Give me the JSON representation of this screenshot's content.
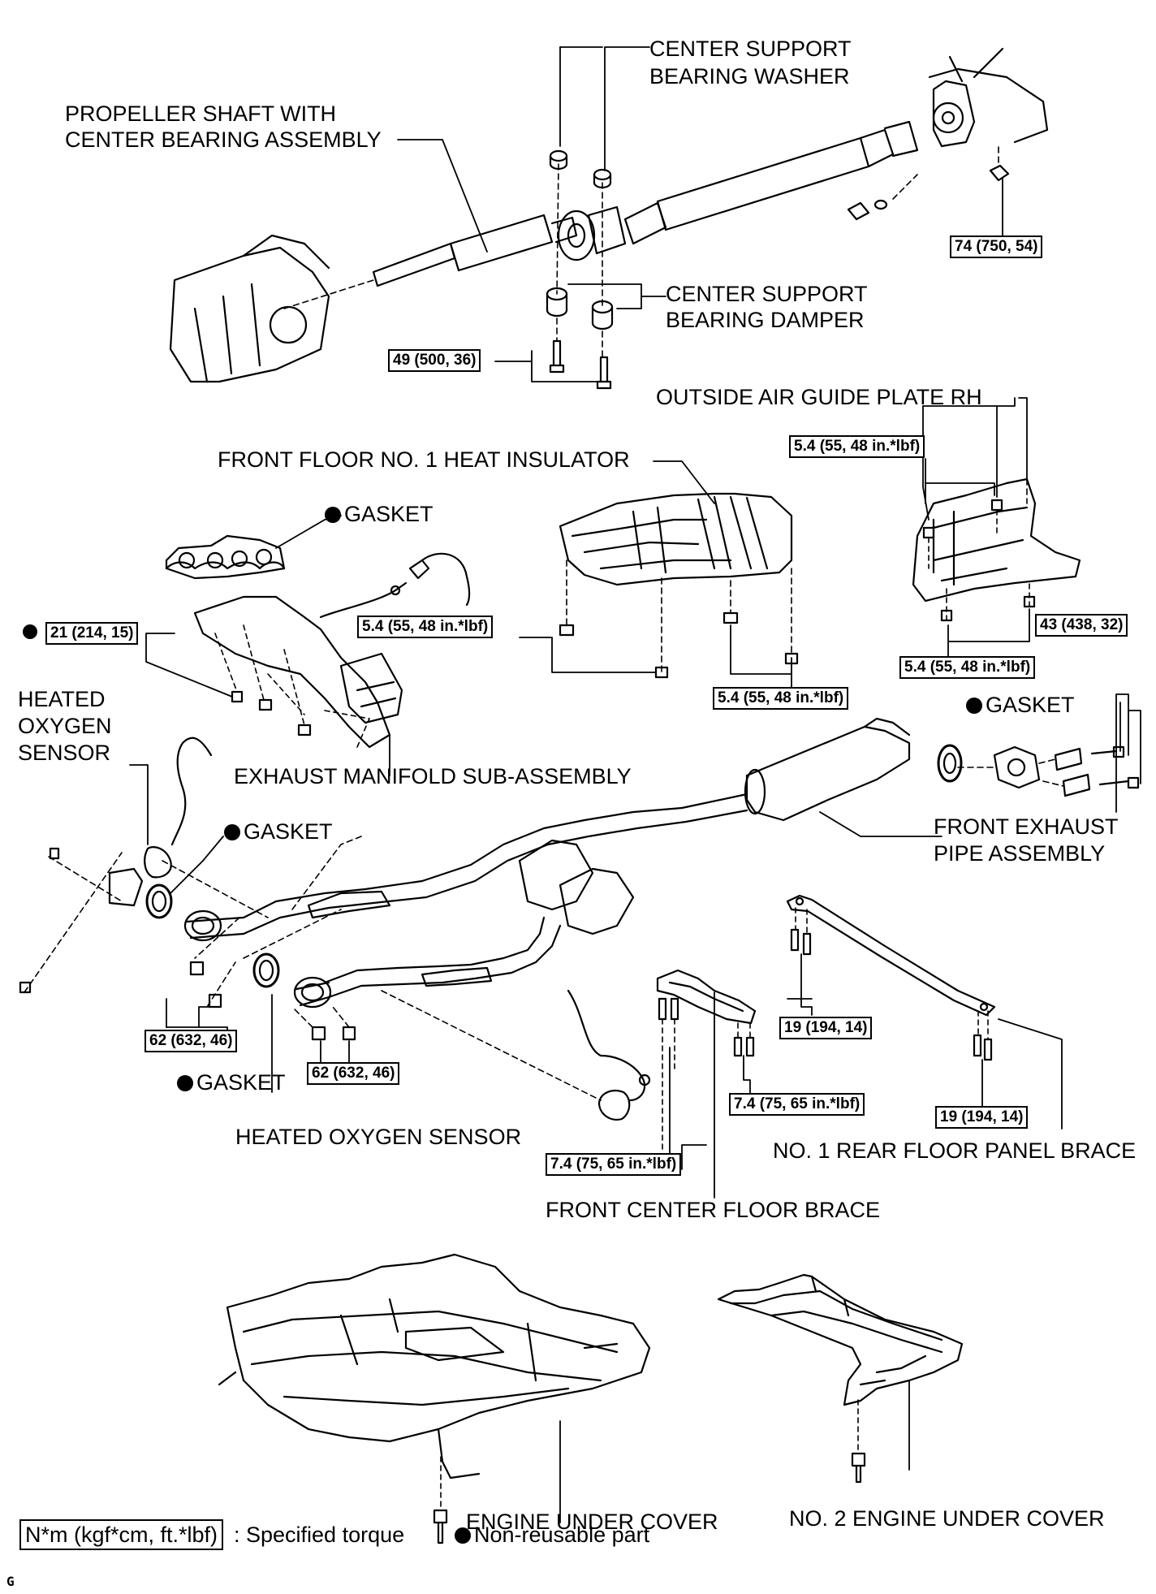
{
  "labels": {
    "center_support_bearing_washer_1": "CENTER SUPPORT",
    "center_support_bearing_washer_2": "BEARING WASHER",
    "propeller_shaft_1": "PROPELLER SHAFT WITH",
    "propeller_shaft_2": "CENTER BEARING ASSEMBLY",
    "center_support_bearing_damper_1": "CENTER SUPPORT",
    "center_support_bearing_damper_2": "BEARING DAMPER",
    "outside_air_guide_plate": "OUTSIDE AIR GUIDE PLATE RH",
    "front_floor_heat_insulator": "FRONT FLOOR NO. 1 HEAT INSULATOR",
    "gasket_manifold": "GASKET",
    "heated_oxygen_sensor_1": "HEATED",
    "heated_oxygen_sensor_2": "OXYGEN",
    "heated_oxygen_sensor_3": "SENSOR",
    "exhaust_manifold": "EXHAUST MANIFOLD SUB-ASSEMBLY",
    "gasket_right": "GASKET",
    "gasket_left": "GASKET",
    "front_exhaust_pipe_1": "FRONT EXHAUST",
    "front_exhaust_pipe_2": "PIPE ASSEMBLY",
    "gasket_bottom": "GASKET",
    "heated_oxygen_sensor_lower": "HEATED OXYGEN SENSOR",
    "no1_rear_floor_panel_brace": "NO. 1 REAR FLOOR PANEL BRACE",
    "front_center_floor_brace": "FRONT CENTER FLOOR BRACE",
    "engine_under_cover": "ENGINE UNDER COVER",
    "no2_engine_under_cover": "NO. 2 ENGINE UNDER COVER"
  },
  "torques": {
    "t74": "74 (750, 54)",
    "t49": "49 (500, 36)",
    "t54_plate_top": "5.4 (55, 48 in.*lbf)",
    "t21": "21 (214, 15)",
    "t54_insulator_left": "5.4 (55, 48 in.*lbf)",
    "t54_plate_bottom": "5.4 (55, 48 in.*lbf)",
    "t43": "43 (438, 32)",
    "t54_insulator_right": "5.4 (55, 48 in.*lbf)",
    "t62_left": "62 (632, 46)",
    "t62_right": "62 (632, 46)",
    "t19_upper": "19 (194, 14)",
    "t74_brace": "7.4 (75, 65 in.*lbf)",
    "t19_lower": "19 (194, 14)",
    "t74_sensor": "7.4 (75, 65 in.*lbf)"
  },
  "legend": {
    "torque_box": "N*m (kgf*cm, ft.*lbf)",
    "torque_text": ": Specified torque",
    "nonreusable_text": "Non-reusable part"
  },
  "figure_id": "G"
}
